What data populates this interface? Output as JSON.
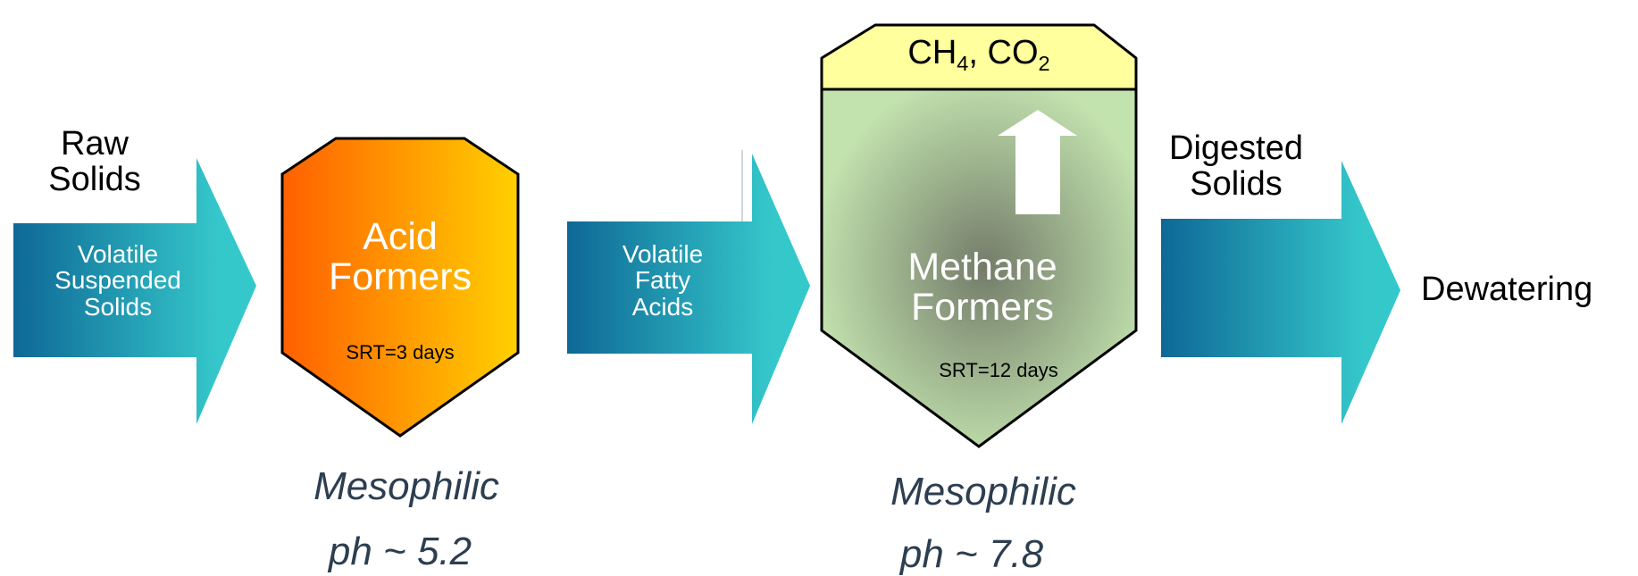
{
  "input": {
    "top_label": [
      "Raw",
      "Solids"
    ],
    "arrow_label": [
      "Volatile",
      "Suspended",
      "Solids"
    ]
  },
  "acid_stage": {
    "title": [
      "Acid",
      "Formers"
    ],
    "srt": "SRT=3 days",
    "condition": "Mesophilic",
    "ph": "ph ~ 5.2"
  },
  "intermediate": {
    "arrow_label": [
      "Volatile",
      "Fatty",
      "Acids"
    ]
  },
  "methane_stage": {
    "gas": {
      "ch": "CH",
      "ch_sub": "4",
      "sep": ", CO",
      "co_sub": "2"
    },
    "title": [
      "Methane",
      "Formers"
    ],
    "srt": "SRT=12 days",
    "condition": "Mesophilic",
    "ph": "ph ~ 7.8"
  },
  "output": {
    "top_label": [
      "Digested",
      "Solids"
    ],
    "destination": "Dewatering"
  },
  "colors": {
    "arrow_dark": "#0e6896",
    "arrow_light": "#35c8cb",
    "acid_left": "#ff6000",
    "acid_right": "#ffd000",
    "methane_light": "#c2e2ae",
    "methane_dark": "#737c69",
    "gas_fill": "#ffff9d",
    "note_text": "#2c3e50"
  }
}
